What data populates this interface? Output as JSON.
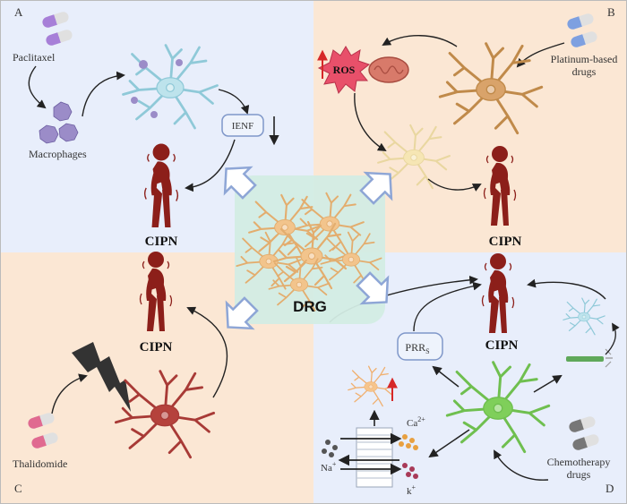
{
  "panels": {
    "a": {
      "letter": "A",
      "drug": "Paclitaxel",
      "cell": "Macrophages",
      "box": "IENF",
      "outcome": "CIPN"
    },
    "b": {
      "letter": "B",
      "drug_line1": "Platinum-based",
      "drug_line2": "drugs",
      "ros": "ROS",
      "outcome": "CIPN"
    },
    "c": {
      "letter": "C",
      "drug": "Thalidomide",
      "outcome": "CIPN"
    },
    "d": {
      "letter": "D",
      "drug_line1": "Chemotherapy",
      "drug_line2": "drugs",
      "box_main": "PRR",
      "box_sub": "S",
      "ion_ca": "Ca",
      "ion_ca_sup": "2+",
      "ion_na": "Na",
      "ion_na_sup": "+",
      "ion_k": "k",
      "ion_k_sup": "+",
      "outcome": "CIPN"
    }
  },
  "center": {
    "label": "DRG"
  },
  "colors": {
    "panel_a": "#e8eefb",
    "panel_b": "#fbe7d4",
    "panel_c": "#fbe7d4",
    "panel_d": "#e8eefb",
    "center": "#d3ece4",
    "figure": "#8c1f1a",
    "arrow": "#222222",
    "neuron_drg": "#f2c48c",
    "neuron_b": "#c08a4a",
    "neuron_c": "#a83a36",
    "neuron_d": "#6fbf4f",
    "box_border": "#7f97c9",
    "ros": "#e8506a"
  }
}
